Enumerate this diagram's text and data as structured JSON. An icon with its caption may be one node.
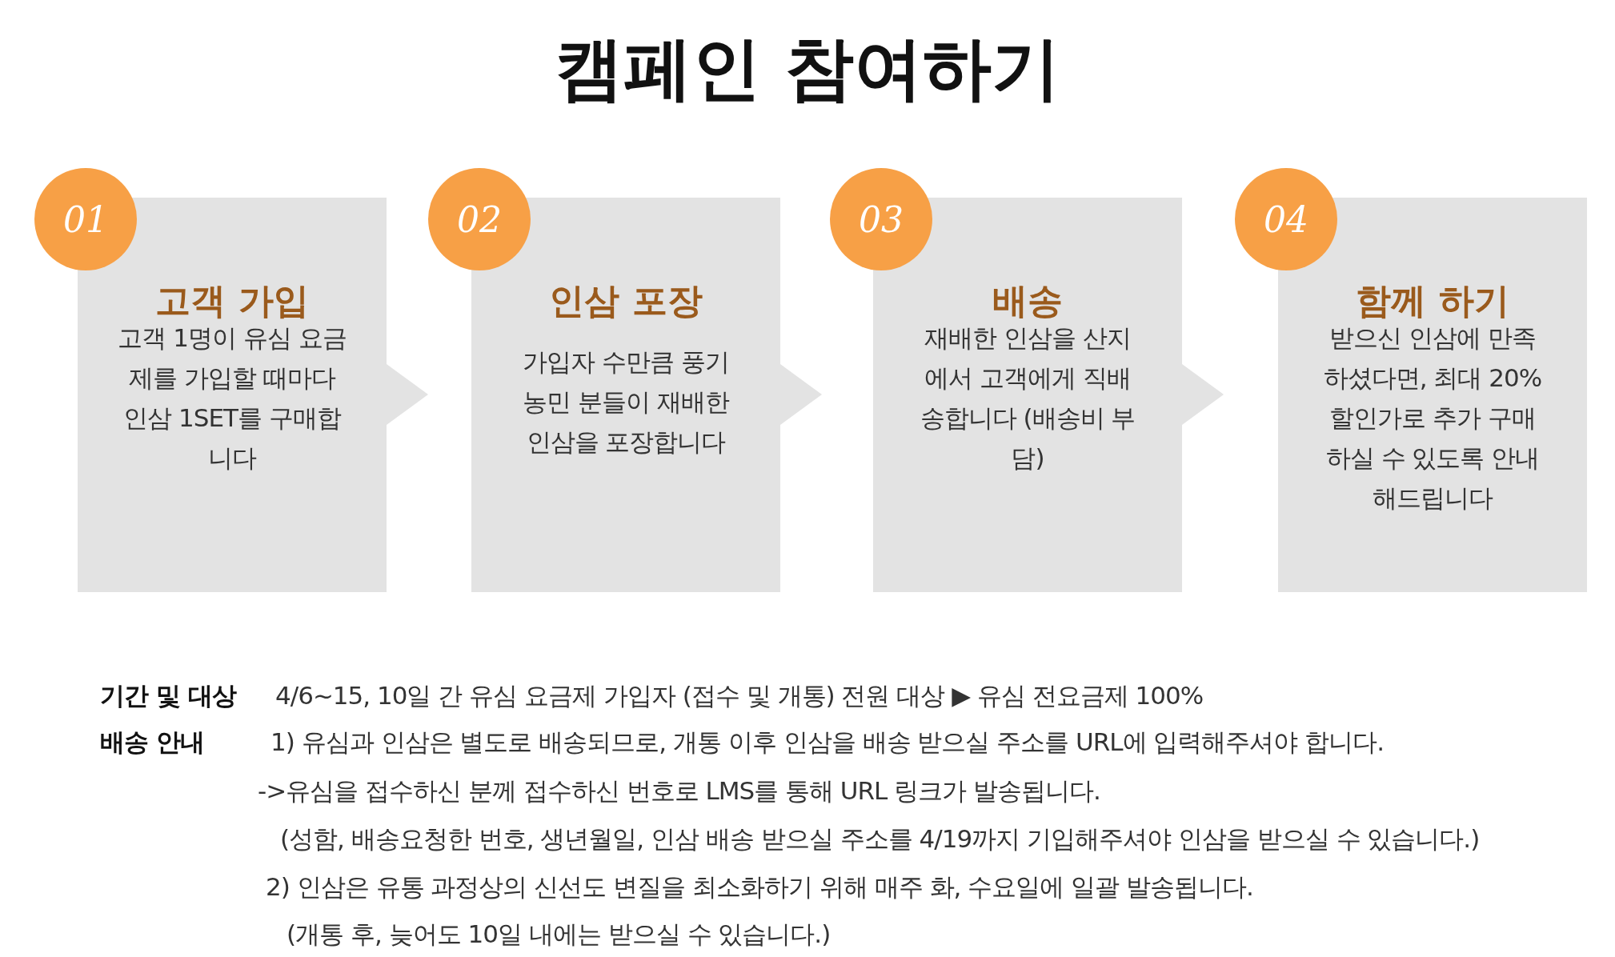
{
  "diagram": {
    "title": "캠페인 참여하기",
    "nodes": [
      {
        "text": [
          "고객 가입",
          "고객 1명이 유심 요금제를 가입할 때마다 인삼 1SET를 구매합니다"
        ]
      },
      {
        "text": [
          "01"
        ]
      },
      {
        "text": [
          "인삼 포장",
          "가입자 수만큼 풍기 농민 분들이 재배한 인삼을 포장합니다"
        ]
      },
      {
        "text": [
          "02"
        ]
      },
      {
        "text": [
          "배송",
          "재배한 인삼을 산지에서 고객에게 직배송합니다 (배송비 부담)"
        ]
      },
      {
        "text": [
          "03"
        ]
      },
      {
        "text": [
          "함께 하기",
          "받으신 인삼에 만족하셨다면, 최대 20% 할인가로 추가 구매하실 수 있도록 안내 해드립니다"
        ]
      },
      {
        "text": [
          "04"
        ]
      }
    ],
    "edges": [
      {
        "from": 0,
        "to": 2,
        "arrow": "to"
      },
      {
        "from": 2,
        "to": 4,
        "arrow": "to"
      },
      {
        "from": 4,
        "to": 6,
        "arrow": "to"
      }
    ],
    "labels": [
      "기간 및 대상",
      "4/6~15, 10일 간 유심 요금제 가입자 (접수 및 개통) 전원 대상 ▶ 유심 전요금제 100%",
      "배송 안내",
      "1) 유심과 인삼은 별도로 배송되므로, 개통 이후 인삼을 배송 받으실 주소를 URL에 입력해주셔야 합니다.",
      "->유심을 접수하신 분께 접수하신 번호로 LMS를 통해 URL 링크가 발송됩니다.",
      "(성함, 배송요청한 번호, 생년월일, 인삼 배송 받으실 주소를 4/19까지 기입해주셔야 인삼을 받으실 수 있습니다.)",
      "2) 인삼은 유통 과정상의 신선도 변질을 최소화하기 위해 매주 화, 수요일에 일괄 발송됩니다.",
      "(개통 후, 늦어도 10일 내에는 받으실 수 있습니다.)"
    ]
  }
}
